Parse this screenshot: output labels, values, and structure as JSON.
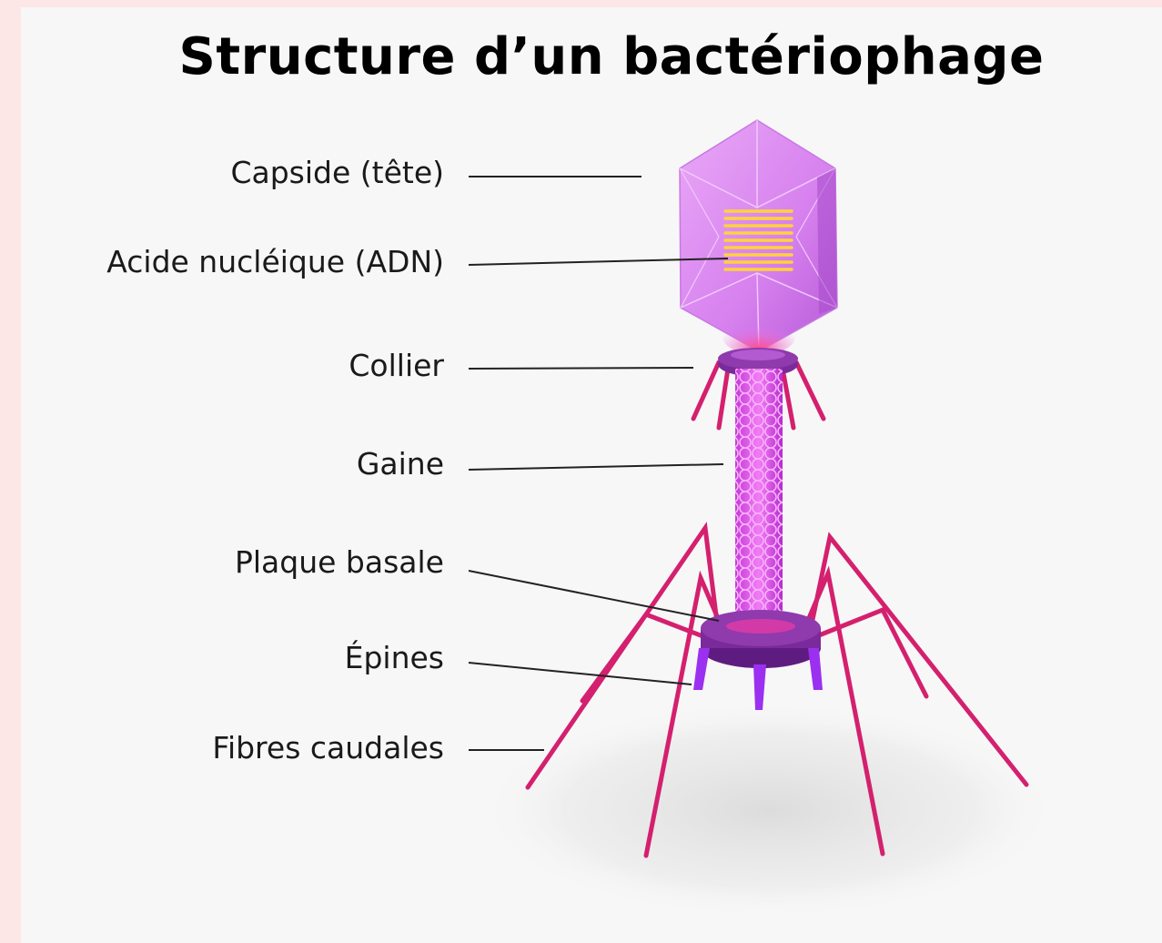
{
  "title": "Structure d’un bactériophage",
  "labels": {
    "capside": "Capside (tête)",
    "acide": "Acide nucléique (ADN)",
    "collier": "Collier",
    "gaine": "Gaine",
    "plaque": "Plaque basale",
    "epines": "Épines",
    "fibres": "Fibres caudales"
  },
  "colors": {
    "capsid": "#d98af0",
    "dna": "#ffd23a",
    "collar": "#7a2a9a",
    "sheath": "#e04ae8",
    "fibers": "#d4206e",
    "spikes": "#9b30f0",
    "leader_line": "#222222",
    "background": "#f7f7f7",
    "border": "#fde6e6"
  }
}
